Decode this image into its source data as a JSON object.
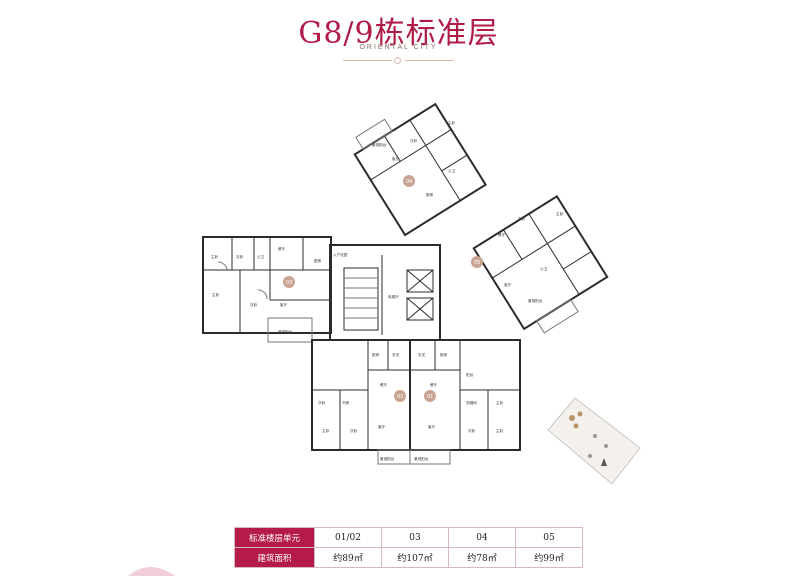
{
  "header": {
    "title": "G8/9栋标准层",
    "subtitle": "ORIENTAL CITY"
  },
  "units": [
    "01",
    "02",
    "03",
    "04",
    "05"
  ],
  "rooms": {
    "master": "主卧",
    "second": "次卧",
    "living": "客厅",
    "dining": "餐厅",
    "kitchen": "厨房",
    "bath": "卫生间",
    "entry": "玄关",
    "balcony": "阳台",
    "view_balcony": "景观阳台",
    "study": "书房",
    "cloak": "衣帽间",
    "pubbath": "公卫",
    "mainbath": "主卫",
    "elevator_hall": "电梯厅",
    "entrance": "入户花园"
  },
  "table": {
    "row1_header": "标准楼层单元",
    "row2_header": "建筑面积",
    "units": [
      "01/02",
      "03",
      "04",
      "05"
    ],
    "areas": [
      "约89㎡",
      "约107㎡",
      "约78㎡",
      "约99㎡"
    ]
  },
  "colors": {
    "accent": "#b51b48",
    "walls": "#2b2b2b",
    "unit_badge": "#c9a394"
  }
}
